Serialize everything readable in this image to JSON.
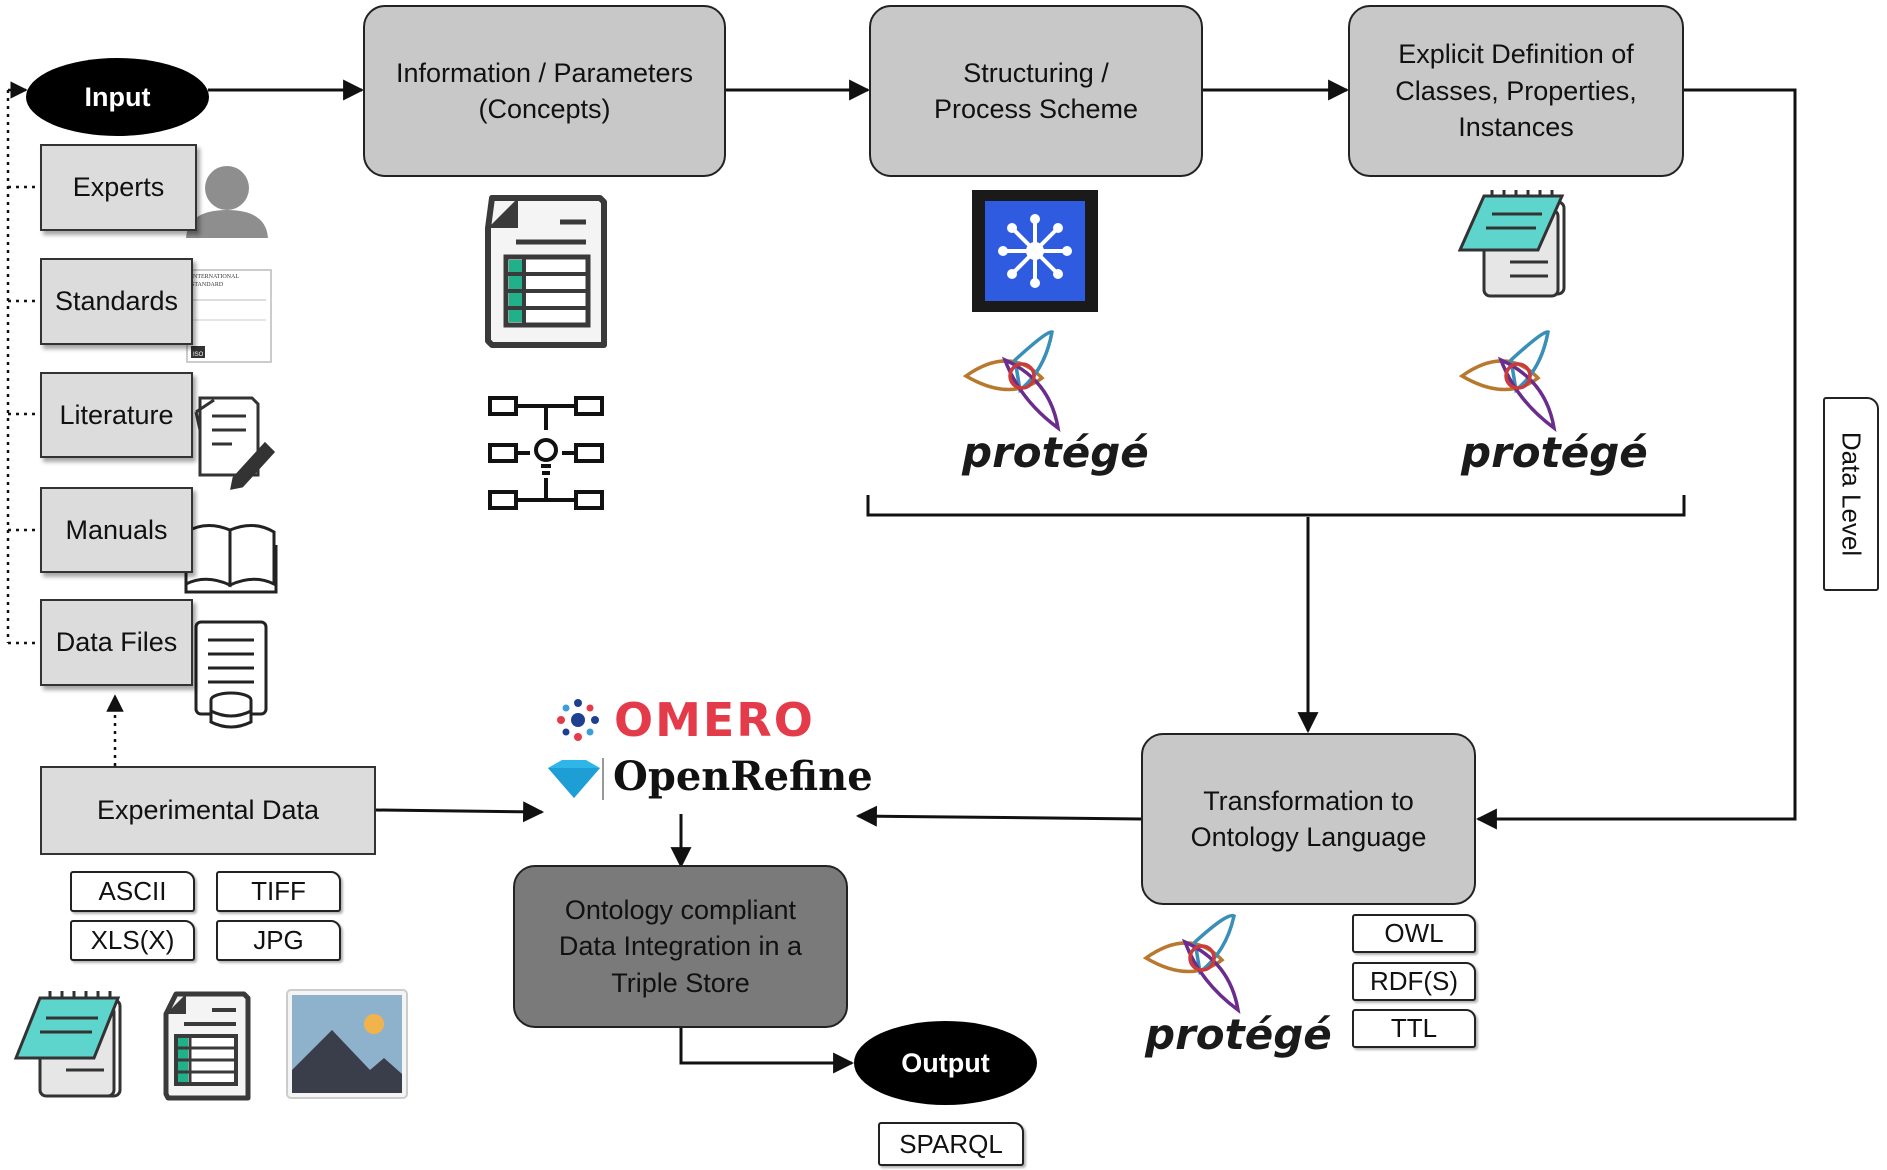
{
  "input": "Input",
  "output": "Output",
  "sources": [
    "Experts",
    "Standards",
    "Literature",
    "Manuals",
    "Data Files"
  ],
  "steps": {
    "info": [
      "Information / Parameters",
      "(Concepts)"
    ],
    "structuring": [
      "Structuring /",
      "Process Scheme"
    ],
    "explicit": [
      "Explicit Definition of",
      "Classes, Properties,",
      "Instances"
    ],
    "transform": [
      "Transformation to",
      "Ontology Language"
    ],
    "triple": [
      "Ontology compliant",
      "Data Integration in a",
      "Triple Store"
    ]
  },
  "experimental_data": "Experimental Data",
  "data_formats": [
    "ASCII",
    "TIFF",
    "XLS(X)",
    "JPG"
  ],
  "ontology_formats": [
    "OWL",
    "RDF(S)",
    "TTL"
  ],
  "query_format": "SPARQL",
  "data_level": "Data Level",
  "tools": {
    "protege": "protégé",
    "omero": "OMERO",
    "openrefine": "OpenRefine"
  },
  "standard_doc": {
    "line1": "INTERNATIONAL",
    "line2": "STANDARD",
    "badge": "ISO"
  },
  "icons": [
    "person-icon",
    "standard-document-icon",
    "document-edit-icon",
    "open-book-icon",
    "file-database-icon",
    "spreadsheet-document-icon",
    "mind-map-icon",
    "network-graph-icon",
    "notepad-icon",
    "image-icon",
    "protege-logo",
    "omero-logo",
    "openrefine-logo"
  ]
}
